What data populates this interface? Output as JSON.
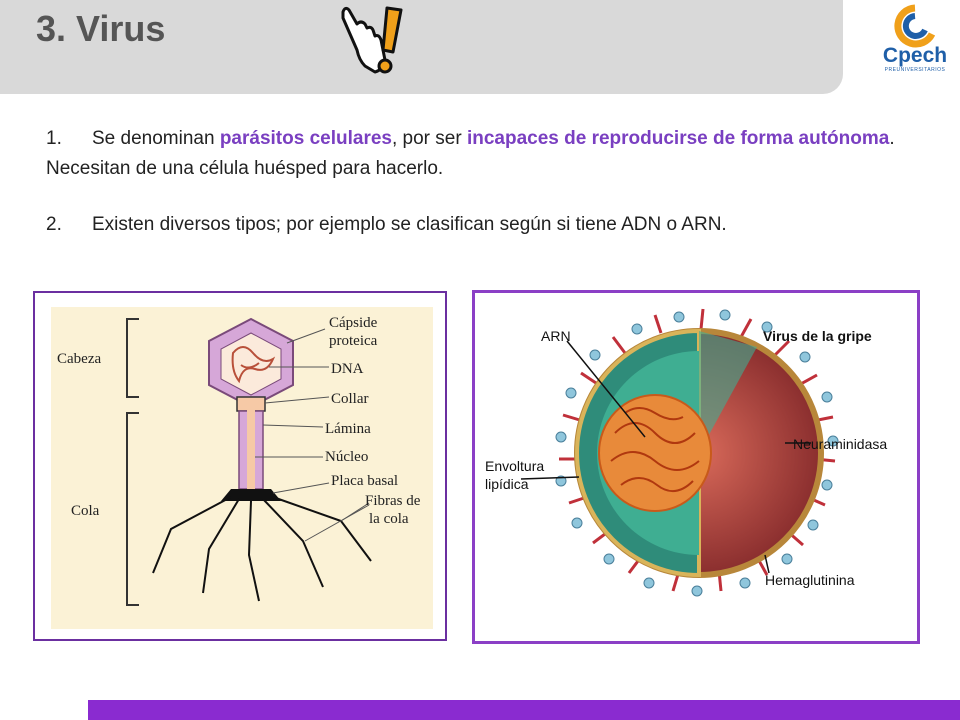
{
  "header": {
    "title": "3. Virus"
  },
  "logo": {
    "name": "Cpech",
    "subtitle": "PREUNIVERSITARIOS"
  },
  "paragraphs": {
    "p1": {
      "number": "1.",
      "t1": "Se denominan ",
      "h1": "parásitos celulares",
      "t2": ", por ser ",
      "h2": "incapaces de reproducirse de forma autónoma",
      "t3": ". Necesitan de una célula huésped para hacerlo."
    },
    "p2": {
      "number": "2.",
      "text": "Existen diversos tipos; por ejemplo se clasifican según si tiene  ADN o ARN."
    }
  },
  "phage_diagram": {
    "labels": {
      "cabeza": "Cabeza",
      "cola": "Cola",
      "capside_1": "Cápside",
      "capside_2": "proteica",
      "dna": "DNA",
      "collar": "Collar",
      "lamina": "Lámina",
      "nucleo": "Núcleo",
      "placa": "Placa basal",
      "fibras_1": "Fibras de",
      "fibras_2": "la cola"
    }
  },
  "flu_diagram": {
    "labels": {
      "title": "Virus de la gripe",
      "arn": "ARN",
      "neuraminidasa": "Neuraminidasa",
      "envoltura_1": "Envoltura",
      "envoltura_2": "lipídica",
      "hemaglutinina": "Hemaglutinina"
    }
  },
  "colors": {
    "accent": "#7a3fc1",
    "footer": "#8a2bd0",
    "header": "#d9d9d9"
  }
}
